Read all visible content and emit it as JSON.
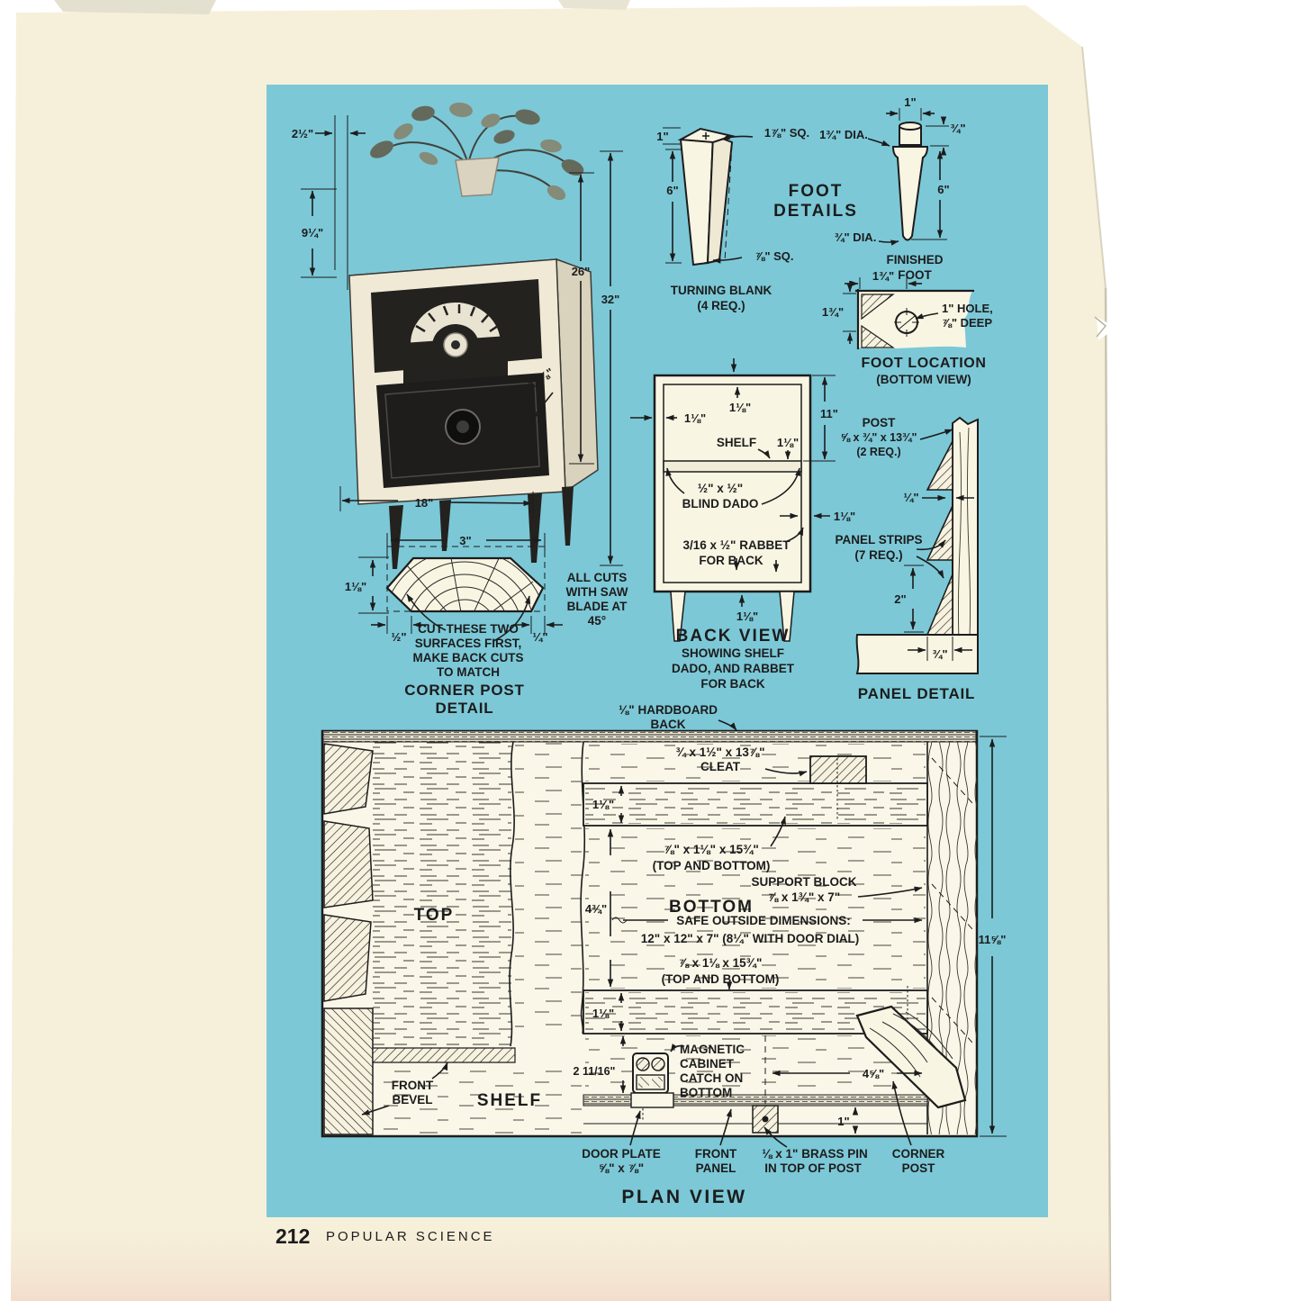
{
  "colors": {
    "panel_blue": "#7cc8d7",
    "paper": "#f6f0da",
    "ink": "#1c1c1c"
  },
  "page": {
    "number": "212",
    "magazine": "POPULAR SCIENCE"
  },
  "photo": {
    "dim_top_inset": "2½\"",
    "dim_radio": "9¼\"",
    "dim_body": "26\"",
    "dim_overall": "32\"",
    "dim_depth": "11⅝\"",
    "dim_width": "18\""
  },
  "corner_post": {
    "dim_width": "3\"",
    "dim_thick": "1⅛\"",
    "dim_left": "½\"",
    "dim_right": "¼\"",
    "cut": [
      "CUT THESE TWO",
      "SURFACES FIRST,",
      "MAKE BACK CUTS",
      "TO MATCH"
    ],
    "saw": [
      "ALL CUTS",
      "WITH SAW",
      "BLADE AT",
      "45°"
    ],
    "title": [
      "CORNER POST",
      "DETAIL"
    ]
  },
  "foot": {
    "heading": [
      "FOOT",
      "DETAILS"
    ],
    "blank": {
      "dim_top": "1\"",
      "dim_top_sq": "1⅞\" SQ.",
      "dim_height": "6\"",
      "dim_bottom_sq": "⅞\" SQ.",
      "caption": [
        "TURNING BLANK",
        "(4 REQ.)"
      ]
    },
    "finished": {
      "dim_top": "1\"",
      "dim_tenon": "¾\"",
      "dim_top_dia": "1¾\" DIA.",
      "dim_height": "6\"",
      "dim_bottom_dia": "¾\" DIA.",
      "caption": [
        "FINISHED",
        "FOOT"
      ]
    },
    "location": {
      "dim_x": "1¾\"",
      "dim_y": "1¾\"",
      "hole": [
        "1\" HOLE,",
        "⅞\" DEEP"
      ],
      "caption": [
        "FOOT LOCATION",
        "(BOTTOM VIEW)"
      ]
    }
  },
  "back_view": {
    "dim_top": "1⅛\"",
    "dim_left": "1⅛\"",
    "shelf": "SHELF",
    "dim_shelf": "1⅛\"",
    "dim_height": "11\"",
    "dado": [
      "½\" x ½\"",
      "BLIND DADO"
    ],
    "rabbet": [
      "3/16 x ½\" RABBET",
      "FOR BACK"
    ],
    "dim_right": "1⅛\"",
    "dim_bottom": "1⅛\"",
    "caption": [
      "BACK VIEW",
      "SHOWING SHELF",
      "DADO, AND RABBET",
      "FOR BACK"
    ]
  },
  "panel_detail": {
    "post": [
      "POST",
      "⅝ x ¾\" x 13¾\"",
      "(2 REQ.)"
    ],
    "dim_quarter": "¼\"",
    "strips": [
      "PANEL STRIPS",
      "(7 REQ.)"
    ],
    "dim_two": "2\"",
    "dim_bottom": "¾\"",
    "caption": "PANEL DETAIL"
  },
  "plan": {
    "hardboard": [
      "⅛\" HARDBOARD",
      "BACK"
    ],
    "cleat": [
      "¾ x 1½\" x 13⅞\"",
      "CLEAT"
    ],
    "dim_rail_top": "1⅛\"",
    "rail_top": [
      "⅞\" x 1⅛\" x 15¾\"",
      "(TOP AND BOTTOM)"
    ],
    "support": [
      "SUPPORT BLOCK",
      "⅞ x 1¾\" x 7\""
    ],
    "bottom": "BOTTOM",
    "dim_mid": "4¾\"",
    "safe": [
      "SAFE OUTSIDE DIMENSIONS:",
      "12\" x 12\" x 7\" (8¼\" WITH DOOR DIAL)"
    ],
    "rail_bottom": [
      "⅞ x 1⅛ x 15¾\"",
      "(TOP AND BOTTOM)"
    ],
    "dim_rail_bottom": "1⅛\"",
    "top": "TOP",
    "bevel": [
      "FRONT",
      "BEVEL"
    ],
    "shelf": "SHELF",
    "dim_shelf": "2 11/16\"",
    "catch": [
      "MAGNETIC",
      "CABINET",
      "CATCH ON",
      "BOTTOM"
    ],
    "dim_catch": "4⅝\"",
    "dim_one": "1\"",
    "dim_depth": "11⅝\"",
    "door_plate": [
      "DOOR PLATE",
      "⅝\" x ⅞\""
    ],
    "front_panel": [
      "FRONT",
      "PANEL"
    ],
    "brass_pin": [
      "⅛ x 1\" BRASS PIN",
      "IN TOP OF POST"
    ],
    "corner_post": [
      "CORNER",
      "POST"
    ],
    "caption": "PLAN VIEW"
  }
}
